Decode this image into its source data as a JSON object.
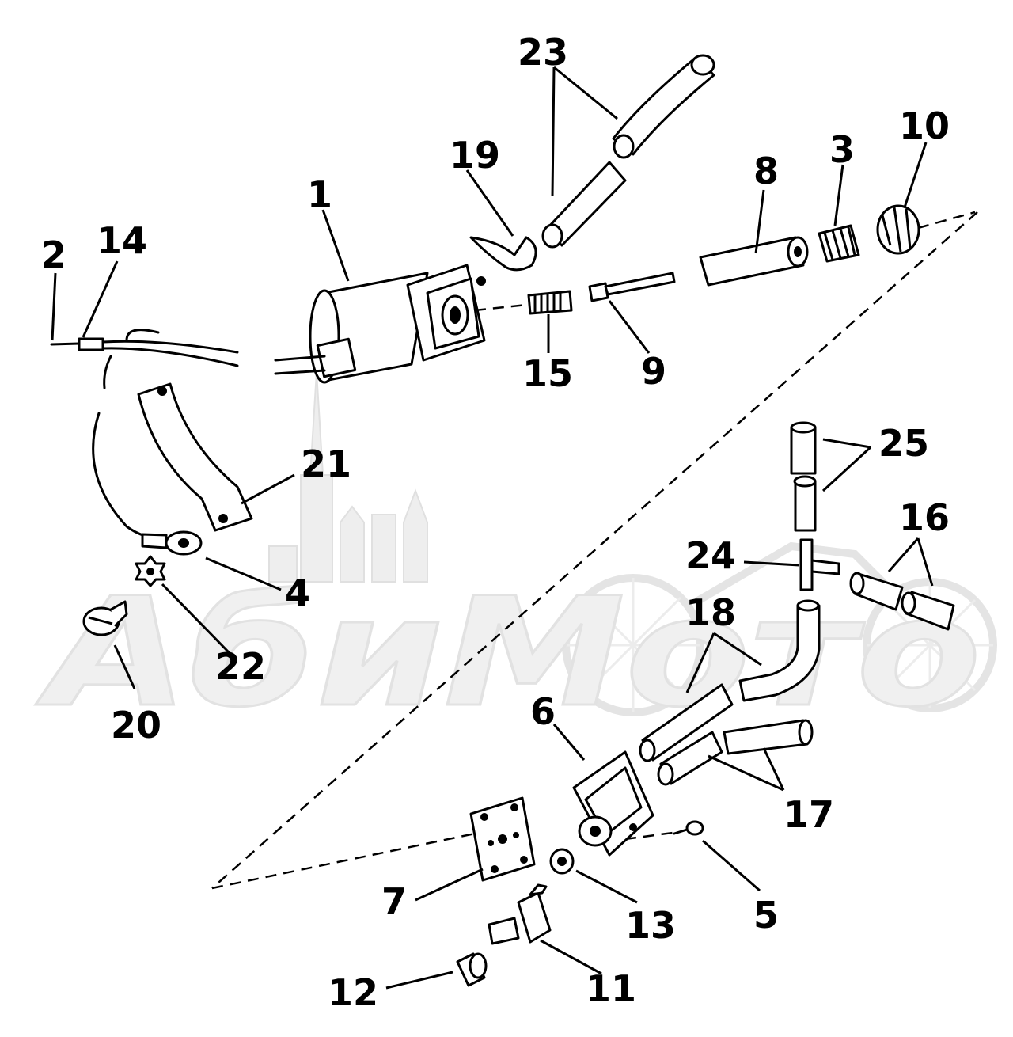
{
  "watermark": {
    "text": "AбиMoто"
  },
  "labels": {
    "l1": "1",
    "l2": "2",
    "l3": "3",
    "l4": "4",
    "l5": "5",
    "l6": "6",
    "l7": "7",
    "l8": "8",
    "l9": "9",
    "l10": "10",
    "l11": "11",
    "l12": "12",
    "l13": "13",
    "l14": "14",
    "l15": "15",
    "l16": "16",
    "l17": "17",
    "l18": "18",
    "l19": "19",
    "l20": "20",
    "l21": "21",
    "l22": "22",
    "l23": "23",
    "l24": "24",
    "l25": "25"
  }
}
